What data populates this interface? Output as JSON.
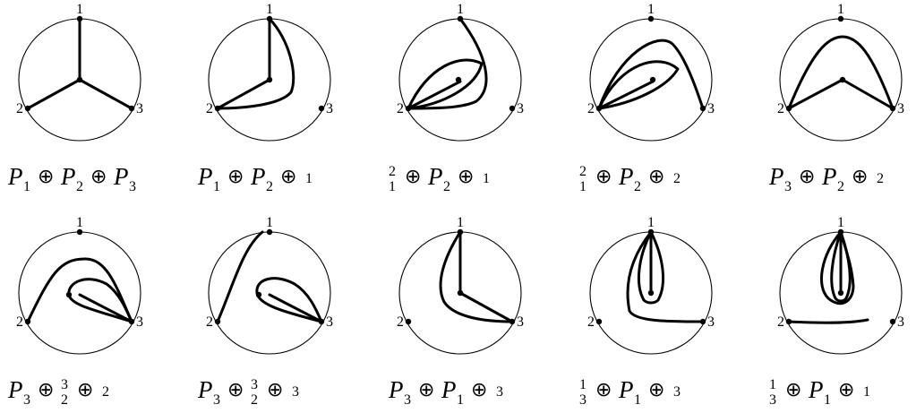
{
  "vertex_labels": {
    "top": "1",
    "left": "2",
    "right": "3"
  },
  "operator": "⊕",
  "panels": [
    {
      "id": "p1",
      "caption": [
        {
          "t": "P",
          "sub": "1"
        },
        {
          "t": "op"
        },
        {
          "t": "P",
          "sub": "2"
        },
        {
          "t": "op"
        },
        {
          "t": "P",
          "sub": "3"
        }
      ]
    },
    {
      "id": "p2",
      "caption": [
        {
          "t": "P",
          "sub": "1"
        },
        {
          "t": "op"
        },
        {
          "t": "P",
          "sub": "2"
        },
        {
          "t": "op"
        },
        {
          "t": "s",
          "v": "1"
        }
      ]
    },
    {
      "id": "p3",
      "caption": [
        {
          "t": "frac",
          "top": "2",
          "bot": "1"
        },
        {
          "t": "op"
        },
        {
          "t": "P",
          "sub": "2"
        },
        {
          "t": "op"
        },
        {
          "t": "s",
          "v": "1"
        }
      ]
    },
    {
      "id": "p4",
      "caption": [
        {
          "t": "frac",
          "top": "2",
          "bot": "1"
        },
        {
          "t": "op"
        },
        {
          "t": "P",
          "sub": "2"
        },
        {
          "t": "op"
        },
        {
          "t": "s",
          "v": "2"
        }
      ]
    },
    {
      "id": "p5",
      "caption": [
        {
          "t": "P",
          "sub": "3"
        },
        {
          "t": "op"
        },
        {
          "t": "P",
          "sub": "2"
        },
        {
          "t": "op"
        },
        {
          "t": "s",
          "v": "2"
        }
      ]
    },
    {
      "id": "p6",
      "caption": [
        {
          "t": "P",
          "sub": "3"
        },
        {
          "t": "op"
        },
        {
          "t": "frac",
          "top": "3",
          "bot": "2"
        },
        {
          "t": "op"
        },
        {
          "t": "s",
          "v": "2"
        }
      ]
    },
    {
      "id": "p7",
      "caption": [
        {
          "t": "P",
          "sub": "3"
        },
        {
          "t": "op"
        },
        {
          "t": "frac",
          "top": "3",
          "bot": "2"
        },
        {
          "t": "op"
        },
        {
          "t": "s",
          "v": "3"
        }
      ]
    },
    {
      "id": "p8",
      "caption": [
        {
          "t": "P",
          "sub": "3"
        },
        {
          "t": "op"
        },
        {
          "t": "P",
          "sub": "1"
        },
        {
          "t": "op"
        },
        {
          "t": "s",
          "v": "3"
        }
      ]
    },
    {
      "id": "p9",
      "caption": [
        {
          "t": "frac",
          "top": "1",
          "bot": "3"
        },
        {
          "t": "op"
        },
        {
          "t": "P",
          "sub": "1"
        },
        {
          "t": "op"
        },
        {
          "t": "s",
          "v": "3"
        }
      ]
    },
    {
      "id": "p10",
      "caption": [
        {
          "t": "frac",
          "top": "1",
          "bot": "3"
        },
        {
          "t": "op"
        },
        {
          "t": "P",
          "sub": "1"
        },
        {
          "t": "op"
        },
        {
          "t": "s",
          "v": "1"
        }
      ]
    }
  ]
}
